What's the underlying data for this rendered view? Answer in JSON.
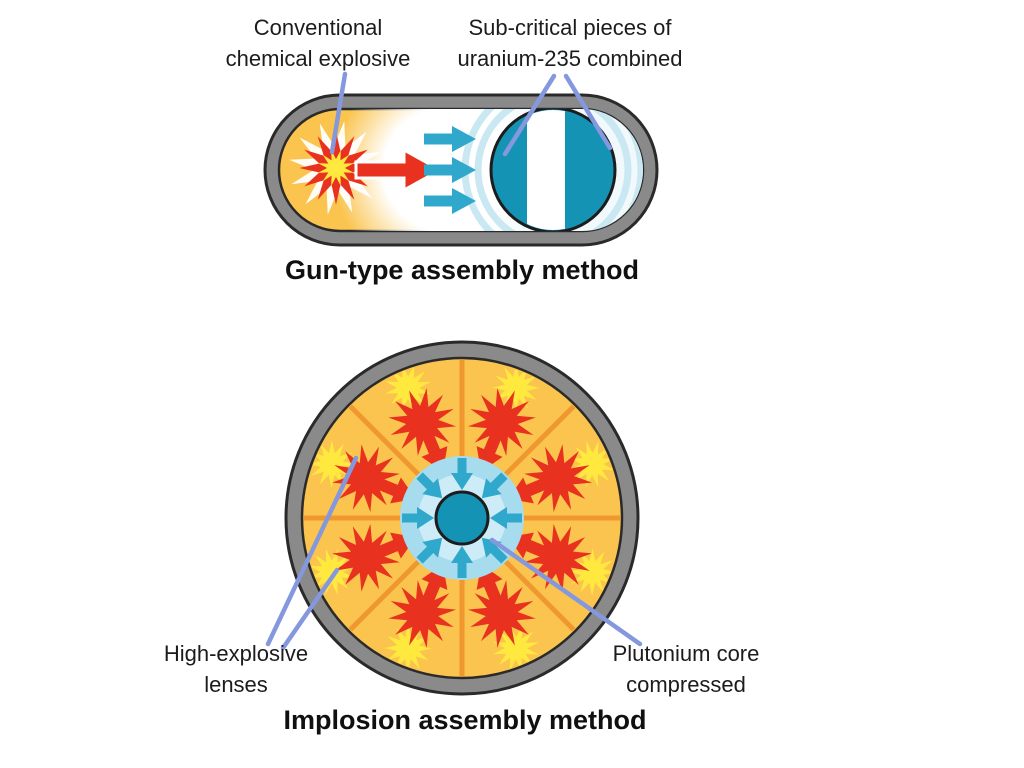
{
  "gun_type": {
    "caption": "Gun-type assembly method",
    "labels": {
      "explosive": {
        "line1": "Conventional",
        "line2": "chemical explosive"
      },
      "uranium": {
        "line1": "Sub-critical pieces of",
        "line2": "uranium-235 combined"
      }
    }
  },
  "implosion": {
    "caption": "Implosion assembly method",
    "labels": {
      "lenses": {
        "line1": "High-explosive",
        "line2": "lenses"
      },
      "core": {
        "line1": "Plutonium core",
        "line2": "compressed"
      }
    }
  },
  "colors": {
    "casing_gray": "#8a8a8a",
    "casing_outline": "#2a2a2a",
    "explosive_yellow": "#fac44e",
    "blast_red": "#e8321f",
    "star_yellow": "#ffe93f",
    "uranium_teal": "#1593b5",
    "arrow_cyan": "#2fa8cc",
    "compression_blue_outer": "#a6dcee",
    "compression_blue_inner": "#cdecf7",
    "lens_spoke_orange": "#f0982f",
    "pointer_line_blue": "#8598de",
    "background": "#ffffff"
  }
}
